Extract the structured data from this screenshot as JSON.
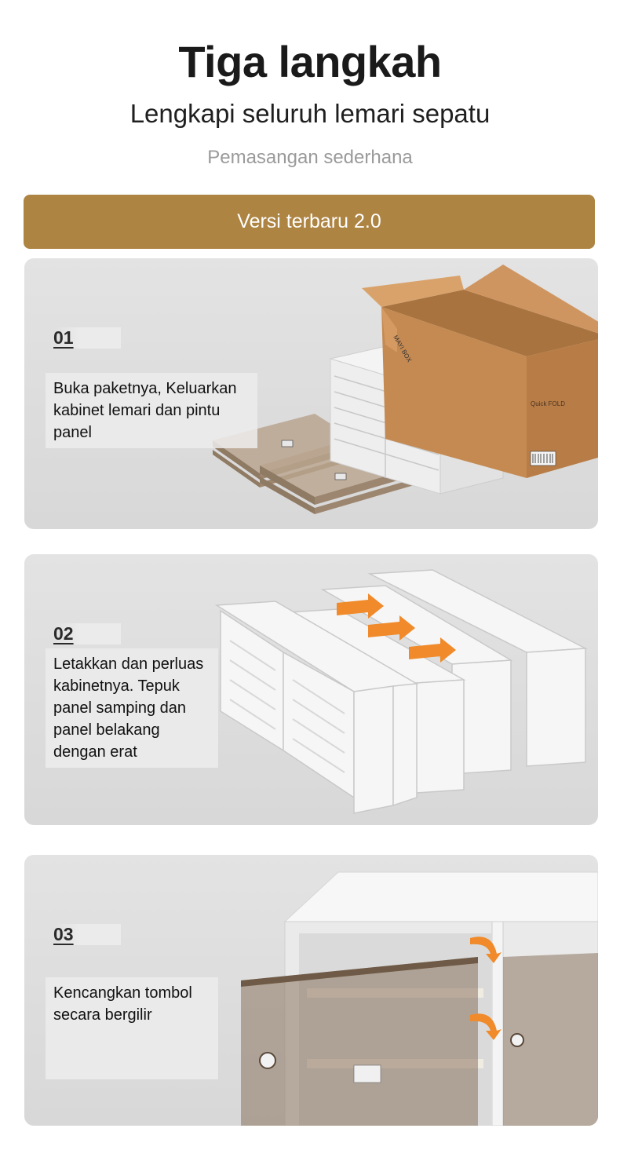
{
  "header": {
    "title": "Tiga langkah",
    "subtitle": "Lengkapi seluruh lemari sepatu",
    "tagline": "Pemasangan sederhana"
  },
  "banner": {
    "label": "Versi terbaru 2.0",
    "color": "#ae8442"
  },
  "steps": [
    {
      "number": "01",
      "text": "Buka paketnya, Keluarkan kabinet lemari dan pintu panel"
    },
    {
      "number": "02",
      "text": "Letakkan dan perluas kabinetnya. Tepuk panel samping dan panel belakang dengan erat"
    },
    {
      "number": "03",
      "text": "Kencangkan tombol secara bergilir"
    }
  ],
  "box_print": {
    "brand": "MAYI BOX",
    "fold_label": "Quick FOLD"
  },
  "colors": {
    "card_bg": "#dedede",
    "cardboard": "#c58a52",
    "door_tint": "#8a7560",
    "arrow": "#f08a2a"
  }
}
